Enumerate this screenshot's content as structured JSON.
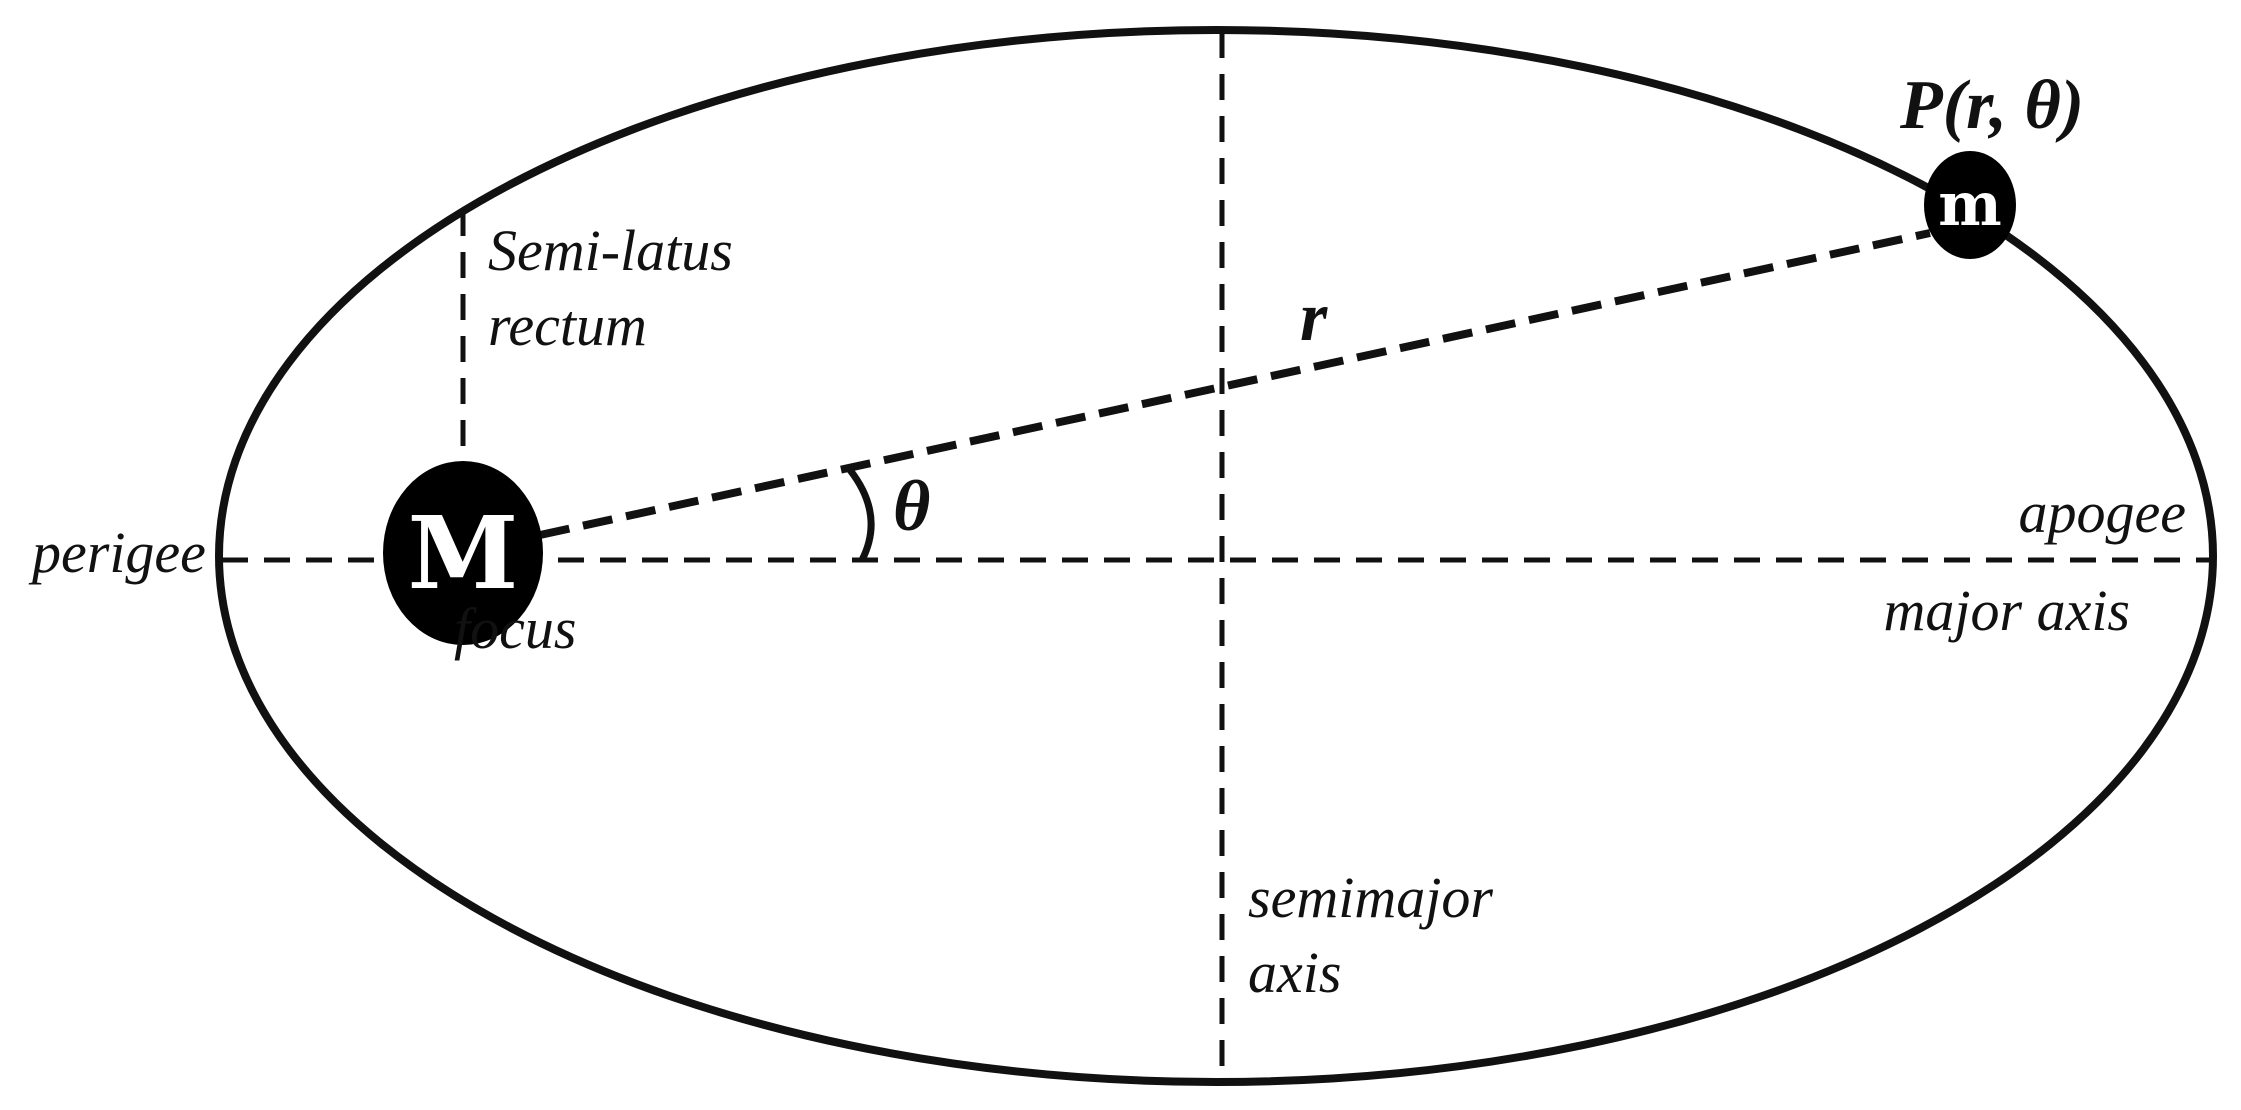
{
  "labels": {
    "perigee": "perigee",
    "apogee": "apogee",
    "major_axis": "major axis",
    "semimajor_axis_line1": "semimajor",
    "semimajor_axis_line2": "axis",
    "semi_latus_line1": "Semi-latus",
    "semi_latus_line2": "rectum",
    "focus": "focus",
    "radius": "r",
    "angle": "θ",
    "point": "P(r, θ)"
  },
  "bodies": {
    "central_mass": "M",
    "orbiting_mass": "m"
  },
  "colors": {
    "ink": "#111111",
    "background": "#ffffff"
  }
}
